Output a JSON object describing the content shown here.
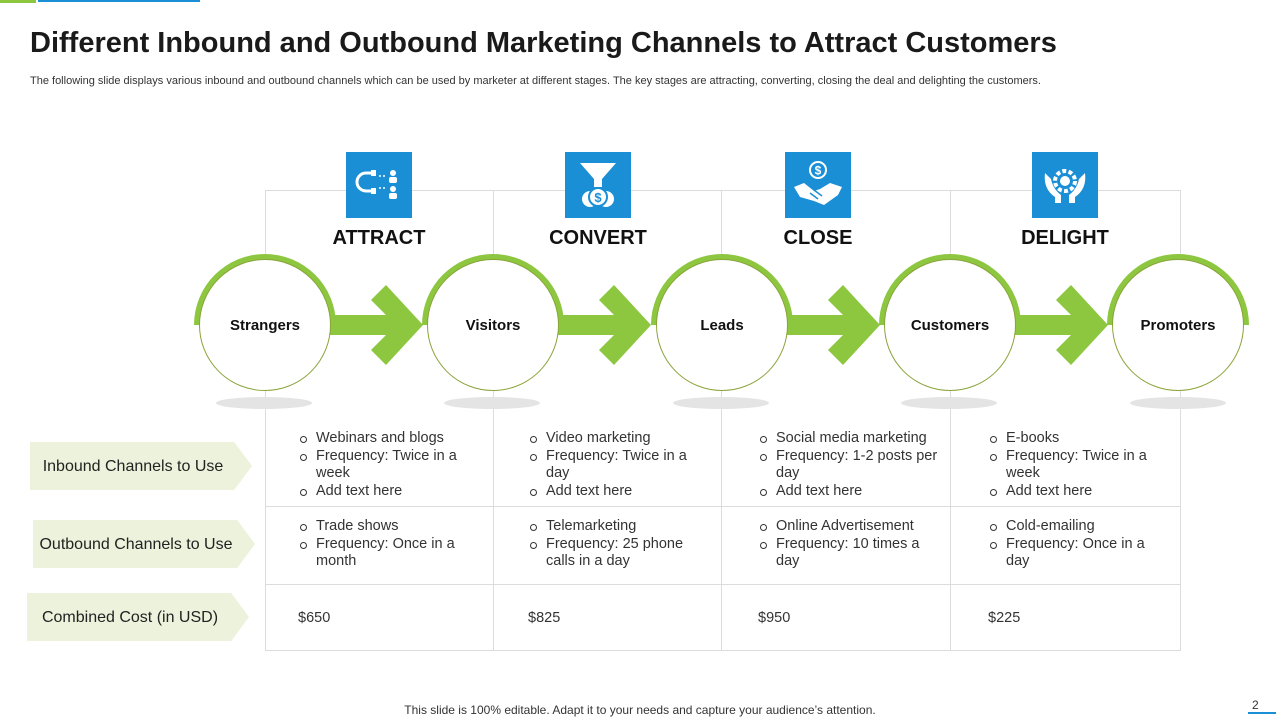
{
  "slide": {
    "title": "Different Inbound  and Outbound  Marketing Channels to Attract Customers",
    "subtitle": "The following slide displays various inbound and outbound channels which can be used by marketer at different stages. The key stages are attracting, converting, closing the deal and delighting the customers.",
    "footer": "This slide is 100% editable. Adapt it to your needs and capture your audience’s attention.",
    "page_number": "2"
  },
  "colors": {
    "accent_green": "#8dc63f",
    "accent_blue": "#1a8fd6",
    "label_bg": "#edf2dc"
  },
  "stages": [
    {
      "label": "ATTRACT",
      "icon": "magnet-users-icon"
    },
    {
      "label": "CONVERT",
      "icon": "funnel-dollar-icon"
    },
    {
      "label": "CLOSE",
      "icon": "handshake-dollar-icon"
    },
    {
      "label": "DELIGHT",
      "icon": "hands-gear-icon"
    }
  ],
  "circles": [
    "Strangers",
    "Visitors",
    "Leads",
    "Customers",
    "Promoters"
  ],
  "row_labels": {
    "inbound": "Inbound  Channels to Use",
    "outbound": "Outbound Channels  to Use",
    "cost": "Combined Cost (in USD)"
  },
  "inbound": [
    [
      "Webinars and blogs",
      "Frequency: Twice in a week",
      "Add text here"
    ],
    [
      "Video marketing",
      "Frequency: Twice in a day",
      "Add text here"
    ],
    [
      "Social media marketing",
      "Frequency: 1-2 posts per day",
      "Add text here"
    ],
    [
      "E-books",
      "Frequency: Twice in a week",
      "Add text here"
    ]
  ],
  "outbound": [
    [
      "Trade shows",
      "Frequency: Once in a month"
    ],
    [
      "Telemarketing",
      "Frequency: 25 phone calls in a day"
    ],
    [
      "Online Advertisement",
      "Frequency: 10 times a day"
    ],
    [
      "Cold-emailing",
      "Frequency: Once in a day"
    ]
  ],
  "costs": [
    "$650",
    "$825",
    "$950",
    "$225"
  ]
}
